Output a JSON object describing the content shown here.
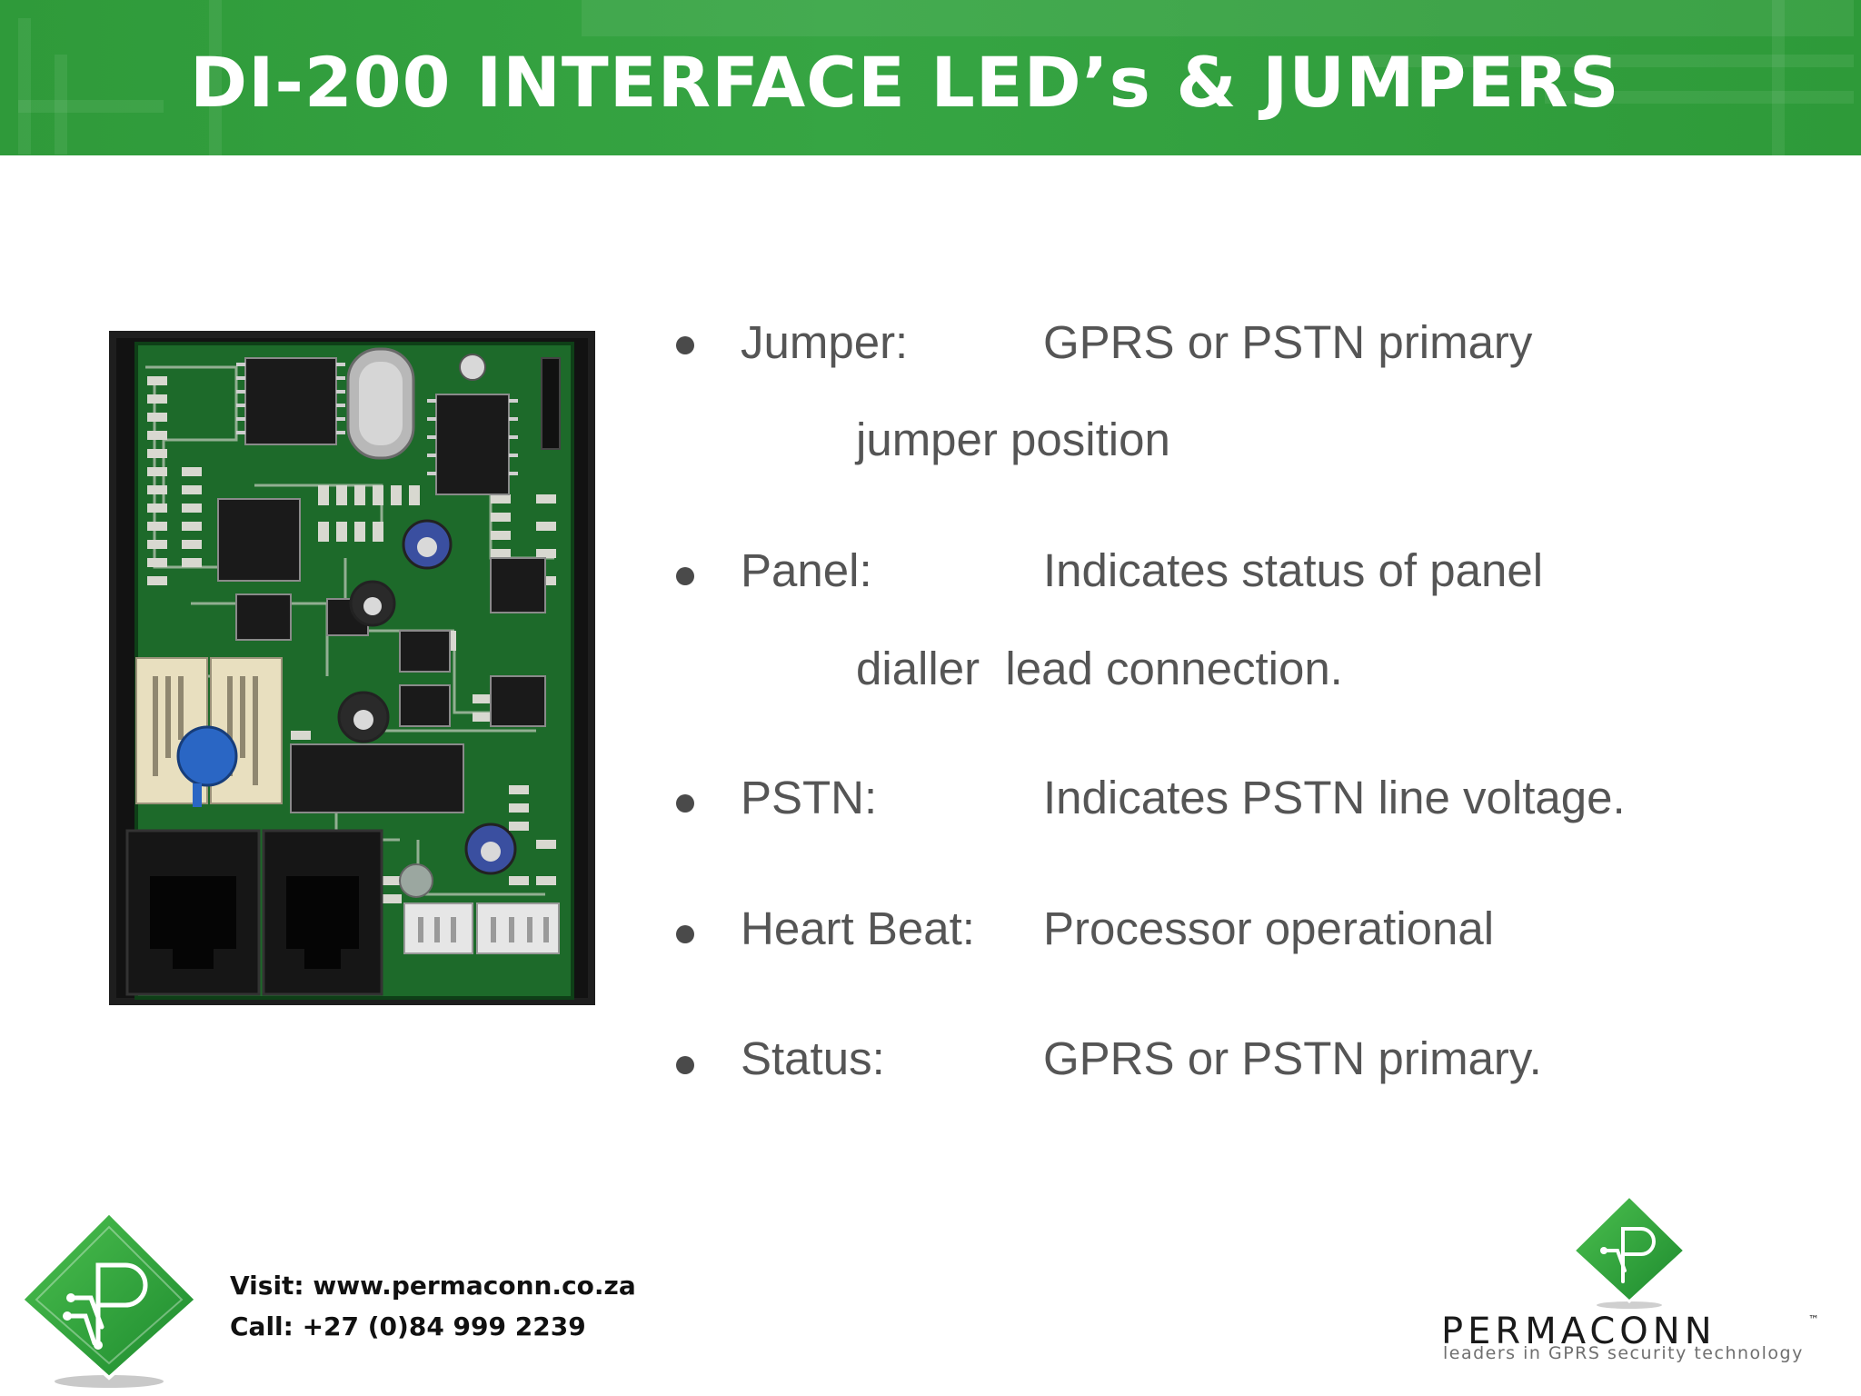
{
  "header": {
    "title": "DI-200 INTERFACE LED’s & JUMPERS",
    "background_color": "#34a142"
  },
  "image": {
    "subject": "pcb-board-photo"
  },
  "bullets": [
    {
      "label": "Jumper:",
      "description": "GPRS or PSTN primary",
      "continuation": "jumper position"
    },
    {
      "label": "Panel:",
      "description": "Indicates status of panel",
      "continuation": "dialler  lead connection."
    },
    {
      "label": "PSTN:",
      "description": "Indicates PSTN line voltage."
    },
    {
      "label": "Heart Beat:",
      "description": "Processor operational"
    },
    {
      "label": "Status:",
      "description": "GPRS or PSTN primary."
    }
  ],
  "footer": {
    "visit": "Visit: www.permaconn.co.za",
    "call": "Call: +27 (0)84 999 2239",
    "brand_name": "PERMACONN",
    "trademark": "™",
    "tagline": "leaders in GPRS security technology",
    "brand_color": "#2e9e3c"
  }
}
